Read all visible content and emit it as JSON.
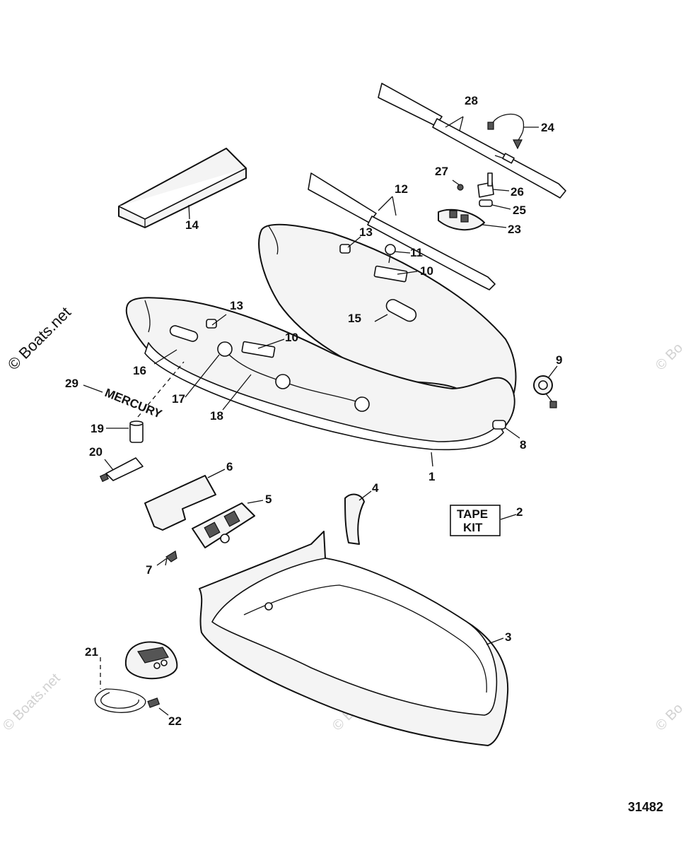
{
  "diagram": {
    "document_number": "31482",
    "brand_label": "MERCURY",
    "tape_kit_line1": "TAPE",
    "tape_kit_line2": "KIT",
    "watermarks": {
      "left": "© Boats.net",
      "faint": "© Boats.net",
      "short": "© Bo"
    },
    "callouts": {
      "n1": "1",
      "n2": "2",
      "n3": "3",
      "n4": "4",
      "n5": "5",
      "n6": "6",
      "n7": "7",
      "n8": "8",
      "n9": "9",
      "n10a": "10",
      "n10b": "10",
      "n11": "11",
      "n12": "12",
      "n13a": "13",
      "n13b": "13",
      "n14": "14",
      "n15": "15",
      "n16": "16",
      "n17": "17",
      "n18": "18",
      "n19": "19",
      "n20": "20",
      "n21": "21",
      "n22": "22",
      "n23": "23",
      "n24": "24",
      "n25": "25",
      "n26": "26",
      "n27": "27",
      "n28": "28",
      "n29": "29"
    }
  }
}
